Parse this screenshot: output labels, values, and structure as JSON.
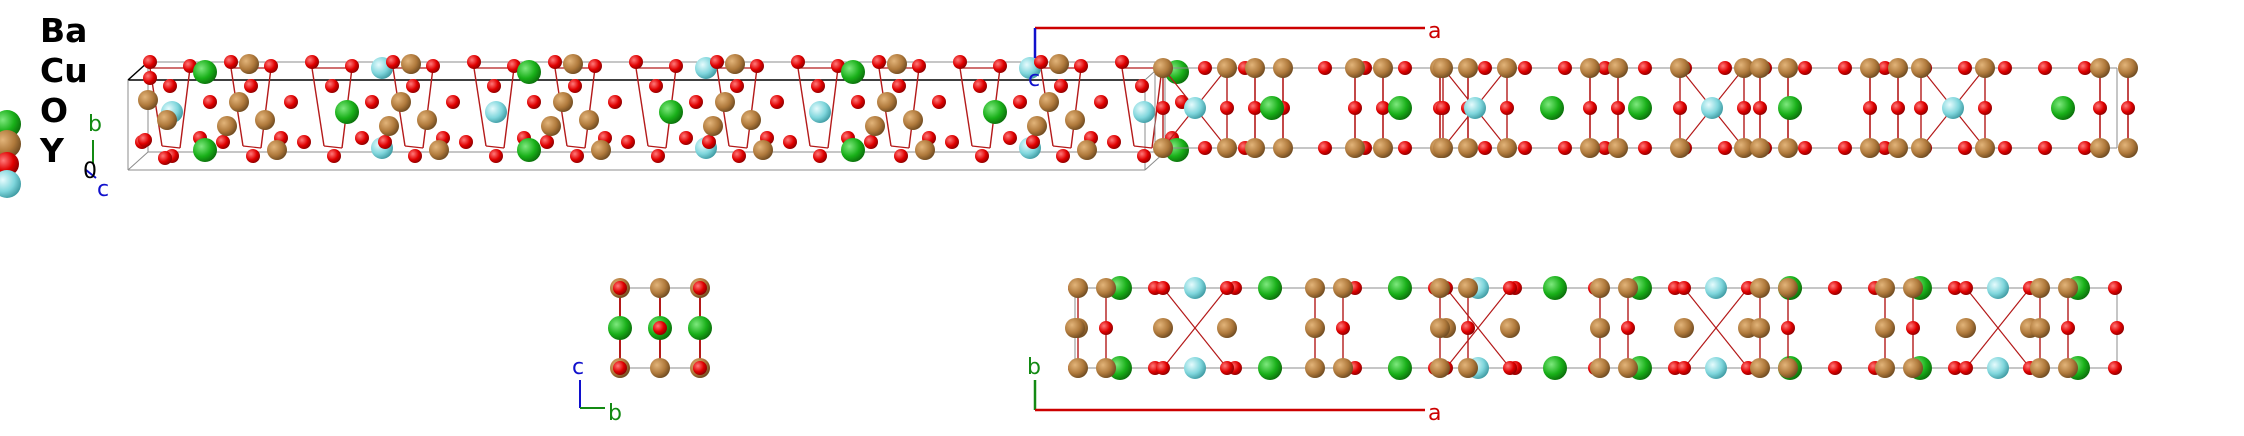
{
  "legend": {
    "elements": [
      {
        "symbol": "Ba",
        "color": "#19b019"
      },
      {
        "symbol": "Cu",
        "color": "#b07a3c"
      },
      {
        "symbol": "O",
        "color": "#e00000"
      },
      {
        "symbol": "Y",
        "color": "#7fd6dc"
      }
    ]
  },
  "axes": {
    "a": {
      "label": "a",
      "color": "#cc0000"
    },
    "b": {
      "label": "b",
      "color": "#138a13"
    },
    "c": {
      "label": "c",
      "color": "#1010cc"
    },
    "origin_label": "0"
  },
  "colors": {
    "bond": "#b41a1a",
    "cell_line": "#8c8c8c",
    "cell_line_dark": "#000000",
    "background": "#ffffff"
  },
  "views": [
    {
      "name": "oblique-view",
      "axes_shown": [
        "b",
        "c"
      ]
    },
    {
      "name": "top-right-view",
      "axes_shown": [
        "a",
        "c"
      ]
    },
    {
      "name": "bc-view",
      "axes_shown": [
        "c",
        "b"
      ]
    },
    {
      "name": "ab-view",
      "axes_shown": [
        "b",
        "a"
      ]
    }
  ]
}
